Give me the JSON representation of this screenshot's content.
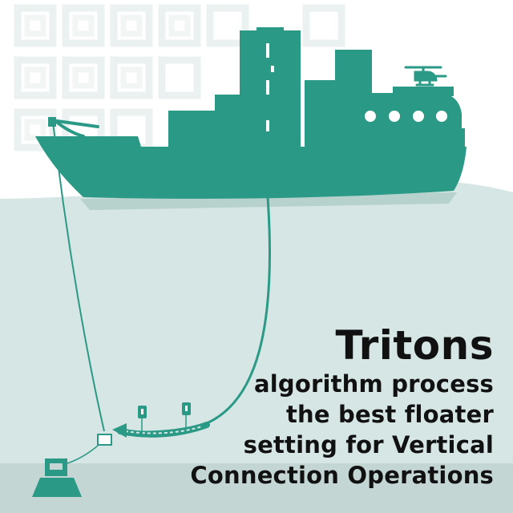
{
  "headline": {
    "title": "Tritons",
    "lines": [
      "algorithm process",
      "the best floater",
      "setting for Vertical",
      "Connection Operations"
    ]
  },
  "colors": {
    "ship": "#2a9a86",
    "sea": "#d6e6e4",
    "seabed": "#c3d6d3",
    "pattern": "#eaf1f0",
    "text": "#111111"
  },
  "icons": [
    "helicopter-icon",
    "floater-icon",
    "seabed-structure-icon"
  ]
}
